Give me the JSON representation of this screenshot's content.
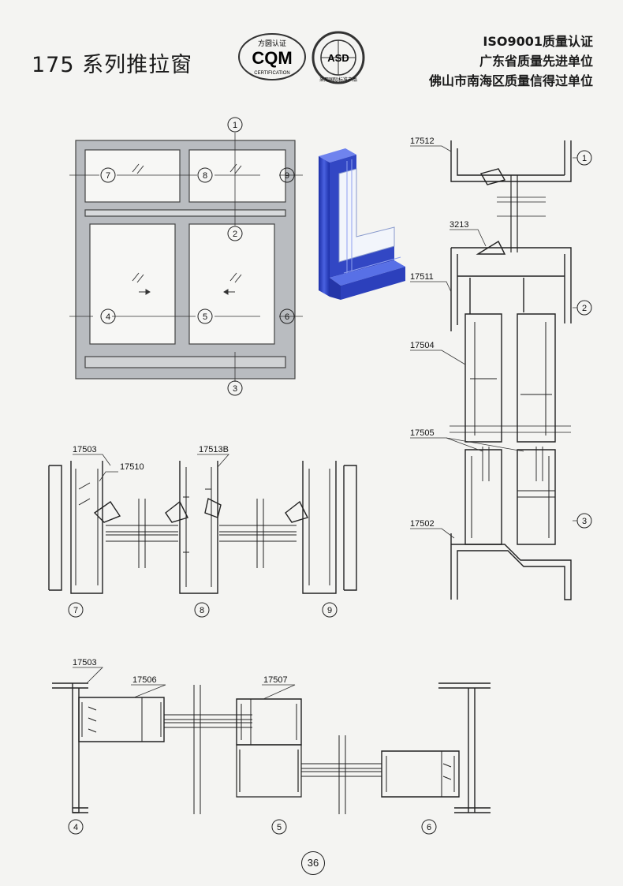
{
  "header": {
    "title": "175 系列推拉窗",
    "cert_lines": [
      "ISO9001质量认证",
      "广东省质量先进单位",
      "佛山市南海区质量信得过单位"
    ]
  },
  "logos": {
    "cqm_top": "方圆认证",
    "cqm_main": "CQM",
    "cqm_bottom": "CERTIFICATION",
    "asd_main": "ASD",
    "asd_bottom": "采用国际标准产品"
  },
  "elevation": {
    "markers": [
      "1",
      "2",
      "3",
      "4",
      "5",
      "6",
      "7",
      "8",
      "9"
    ]
  },
  "sections": {
    "right_labels": [
      "17512",
      "3213",
      "17511",
      "17504",
      "17505",
      "17502"
    ],
    "right_markers": [
      "1",
      "2",
      "3"
    ],
    "mid_labels": [
      "17503",
      "17510",
      "17513B"
    ],
    "mid_markers": [
      "7",
      "8",
      "9"
    ],
    "bottom_labels": [
      "17503",
      "17506",
      "17507"
    ],
    "bottom_markers": [
      "4",
      "5",
      "6"
    ]
  },
  "page_number": "36",
  "colors": {
    "profile_blue": "#2f44c8",
    "frame_gray": "#b9bcc0",
    "line": "#333333"
  }
}
